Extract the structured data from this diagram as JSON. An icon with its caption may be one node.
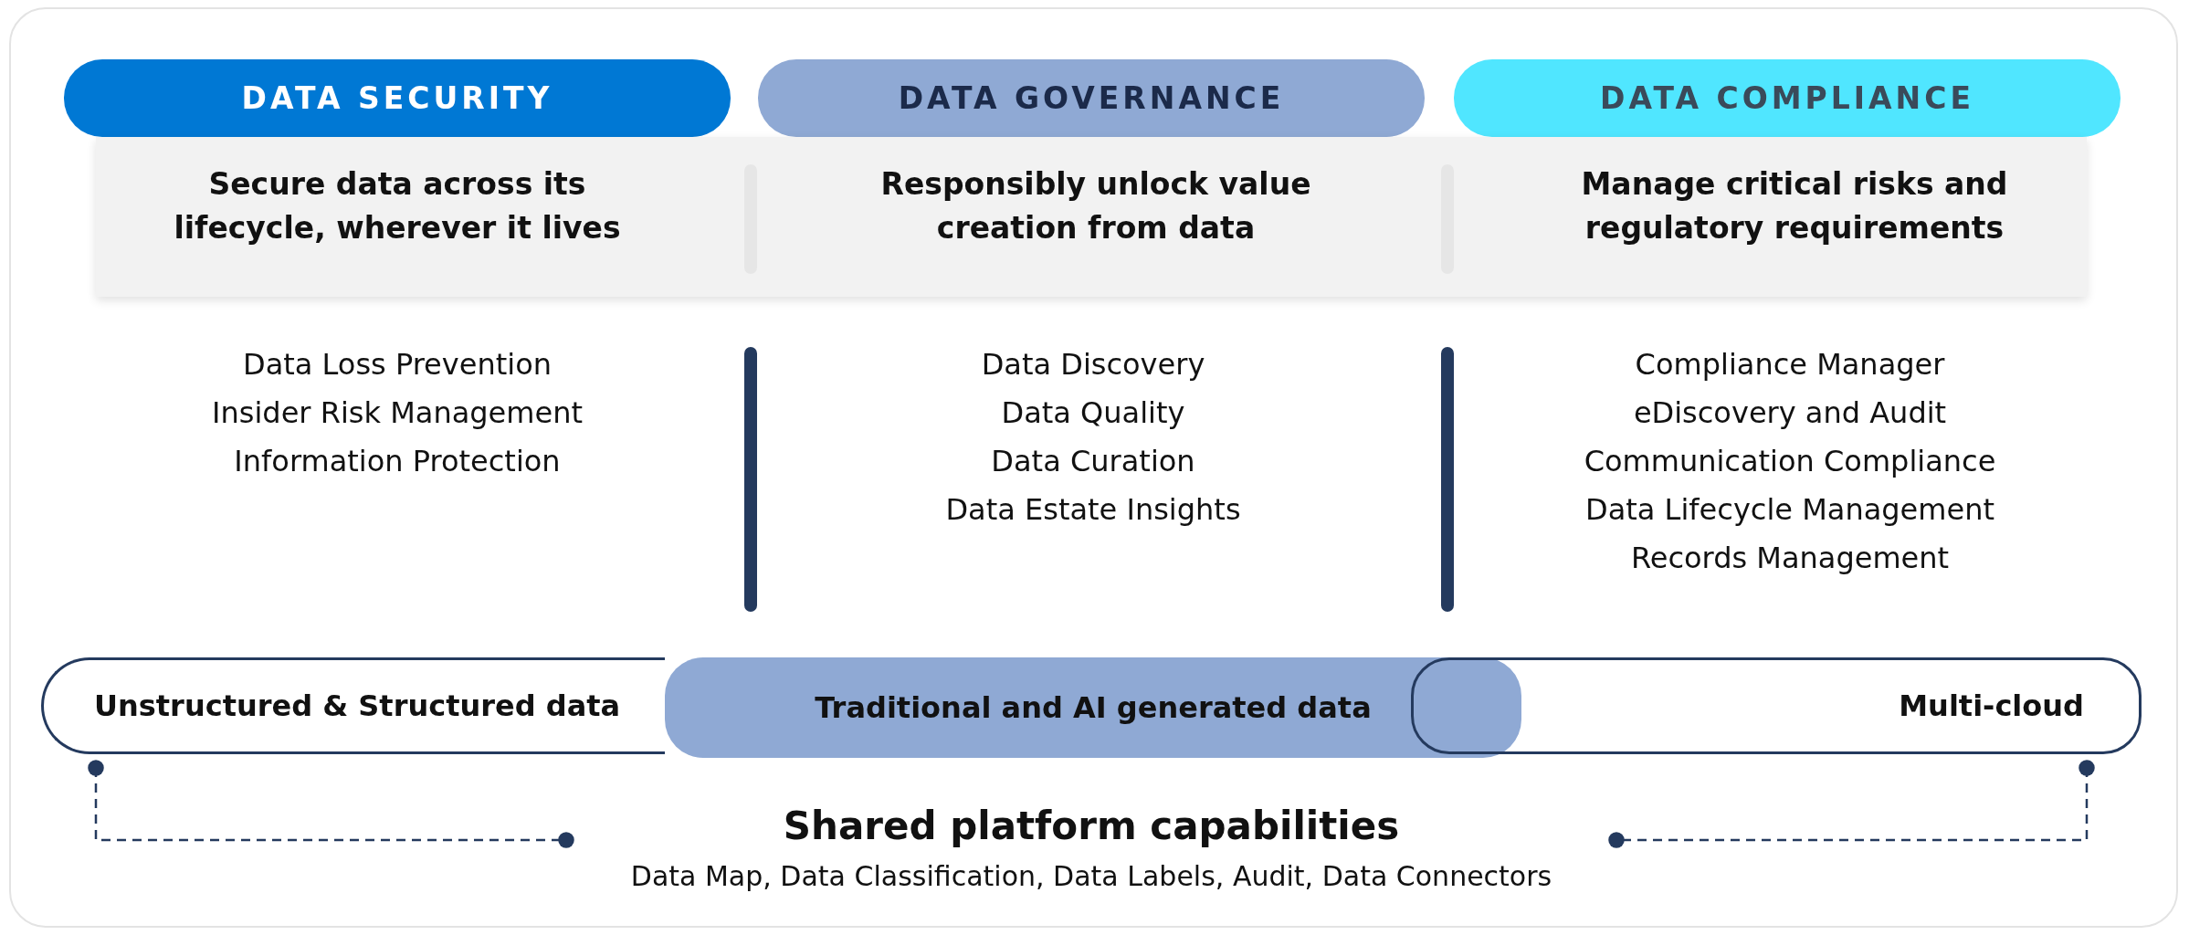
{
  "diagram": {
    "nodes": [
      {
        "text": [
          "DATA SECURITY"
        ]
      },
      {
        "text": [
          "DATA GOVERNANCE"
        ]
      },
      {
        "text": [
          "DATA COMPLIANCE"
        ]
      },
      {
        "text": [
          "Secure data across its lifecycle, wherever it lives",
          "Responsibly unlock value creation from data",
          "Manage critical risks and regulatory requirements"
        ]
      },
      {
        "text": [
          "Unstructured & Structured data"
        ]
      },
      {
        "text": [
          "Traditional and AI generated data"
        ]
      },
      {
        "text": [
          "Multi-cloud"
        ]
      },
      {
        "text": [
          "Shared platform capabilities",
          "Data Map, Data Classification, Data Labels, Audit, Data Connectors"
        ]
      },
      {
        "text": [],
        "shape": "bar",
        "in": 3
      },
      {
        "text": [],
        "shape": "bar",
        "in": 3
      },
      {
        "text": [],
        "shape": "bar"
      },
      {
        "text": [],
        "shape": "bar"
      }
    ],
    "edges": [
      {
        "from": 4,
        "to": 7,
        "arrow": "other",
        "style": "dashed"
      },
      {
        "from": 6,
        "to": 7,
        "arrow": "other",
        "style": "dashed"
      }
    ],
    "labels": [
      "Data Loss Prevention",
      "Insider Risk Management",
      "Information Protection",
      "Data Discovery",
      "Data Quality",
      "Data Curation",
      "Data Estate Insights",
      "Compliance Manager",
      "eDiscovery and Audit",
      "Communication Compliance",
      "Data Lifecycle Management",
      "Records Management"
    ]
  }
}
